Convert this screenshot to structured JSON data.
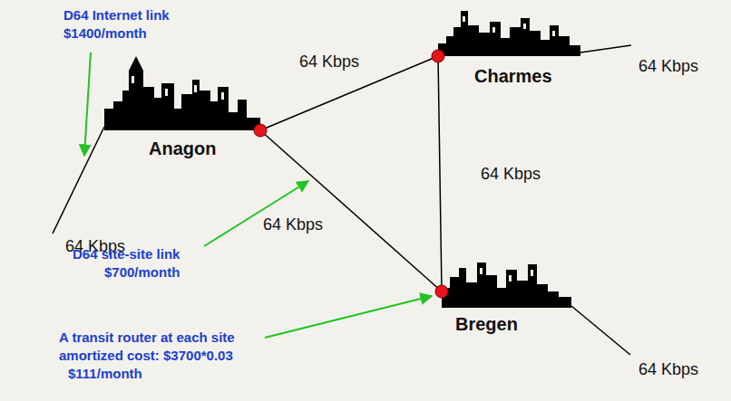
{
  "diagram": {
    "nodes": [
      {
        "text": [
          "Anagon"
        ]
      },
      {
        "text": [
          "Charmes"
        ]
      },
      {
        "text": [
          "Bregen"
        ]
      }
    ],
    "edges": [
      {
        "from": 0,
        "to": 1,
        "label": "64 Kbps",
        "arrow": "none"
      },
      {
        "from": 1,
        "to": 2,
        "label": "64 Kbps",
        "arrow": "none"
      },
      {
        "from": 0,
        "to": 2,
        "label": "64 Kbps",
        "arrow": "none"
      }
    ],
    "labels": [
      "D64 Internet link",
      "$1400/month",
      "64 Kbps",
      "64 Kbps",
      "D64 site-site link",
      "$700/month",
      "A transit router at each site",
      "amortized cost: $3700*0.03",
      "$111/month",
      "64 Kbps"
    ]
  }
}
